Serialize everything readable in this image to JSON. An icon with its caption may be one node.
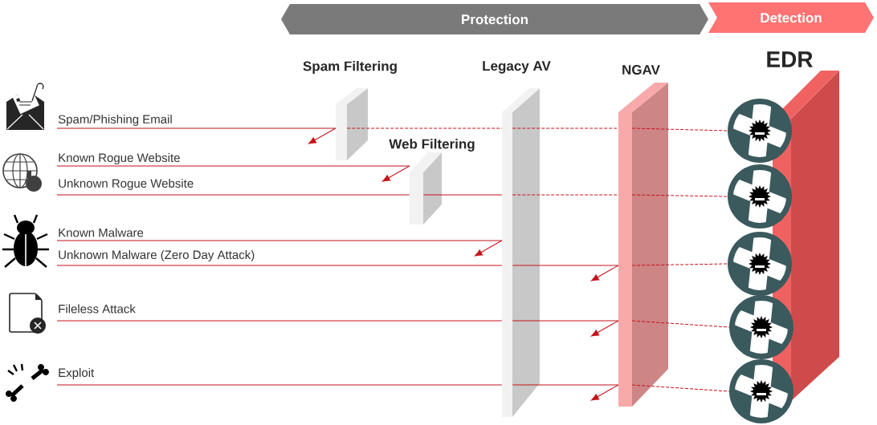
{
  "diagram": {
    "nodes": [
      {
        "text": [
          "Protection"
        ]
      },
      {
        "text": [
          "Detection"
        ]
      },
      {
        "text": [
          "Spam/Phishing Email"
        ]
      },
      {
        "text": [
          "Known Rogue Website"
        ]
      },
      {
        "text": [
          "Unknown Rogue Website"
        ]
      },
      {
        "text": [
          "Known Malware"
        ]
      },
      {
        "text": [
          "Unknown Malware (Zero Day Attack)"
        ]
      },
      {
        "text": [
          "Fileless Attack"
        ]
      },
      {
        "text": [
          "Exploit"
        ]
      },
      {
        "text": [
          "Spam Filtering"
        ]
      },
      {
        "text": [
          "Web Filtering"
        ]
      },
      {
        "text": [
          "Legacy AV"
        ]
      },
      {
        "text": [
          "NGAV"
        ]
      },
      {
        "text": [
          "EDR"
        ]
      },
      {
        "text": [],
        "shape": "circle"
      },
      {
        "text": [],
        "shape": "circle"
      },
      {
        "text": [],
        "shape": "circle"
      },
      {
        "text": [],
        "shape": "circle"
      },
      {
        "text": [],
        "shape": "circle"
      }
    ],
    "edges": [
      {
        "from": 2,
        "to": 9,
        "arrow": "none"
      },
      {
        "from": 9,
        "to": null,
        "arrow": "to"
      },
      {
        "from": 9,
        "to": 11,
        "arrow": "none",
        "style": "dashed"
      },
      {
        "from": 11,
        "to": 12,
        "arrow": "none",
        "style": "dashed"
      },
      {
        "from": 12,
        "to": 14,
        "arrow": "none",
        "style": "dashed"
      },
      {
        "from": 3,
        "to": 10,
        "arrow": "none"
      },
      {
        "from": 10,
        "to": null,
        "arrow": "to"
      },
      {
        "from": 4,
        "to": 10,
        "arrow": "none"
      },
      {
        "from": 10,
        "to": 11,
        "arrow": "none"
      },
      {
        "from": 11,
        "to": 12,
        "arrow": "none",
        "style": "dashed"
      },
      {
        "from": 12,
        "to": 15,
        "arrow": "none",
        "style": "dashed"
      },
      {
        "from": 5,
        "to": 11,
        "arrow": "none"
      },
      {
        "from": 11,
        "to": null,
        "arrow": "to"
      },
      {
        "from": 6,
        "to": 11,
        "arrow": "none"
      },
      {
        "from": 11,
        "to": 12,
        "arrow": "none"
      },
      {
        "from": 12,
        "to": null,
        "arrow": "to"
      },
      {
        "from": 12,
        "to": 16,
        "arrow": "none",
        "style": "dashed"
      },
      {
        "from": 7,
        "to": 11,
        "arrow": "none"
      },
      {
        "from": 11,
        "to": 12,
        "arrow": "none"
      },
      {
        "from": 12,
        "to": null,
        "arrow": "to"
      },
      {
        "from": 12,
        "to": 17,
        "arrow": "none",
        "style": "dashed"
      },
      {
        "from": 8,
        "to": 11,
        "arrow": "none"
      },
      {
        "from": 11,
        "to": 12,
        "arrow": "none"
      },
      {
        "from": 12,
        "to": null,
        "arrow": "to"
      },
      {
        "from": 12,
        "to": 18,
        "arrow": "none",
        "style": "dashed"
      }
    ]
  }
}
